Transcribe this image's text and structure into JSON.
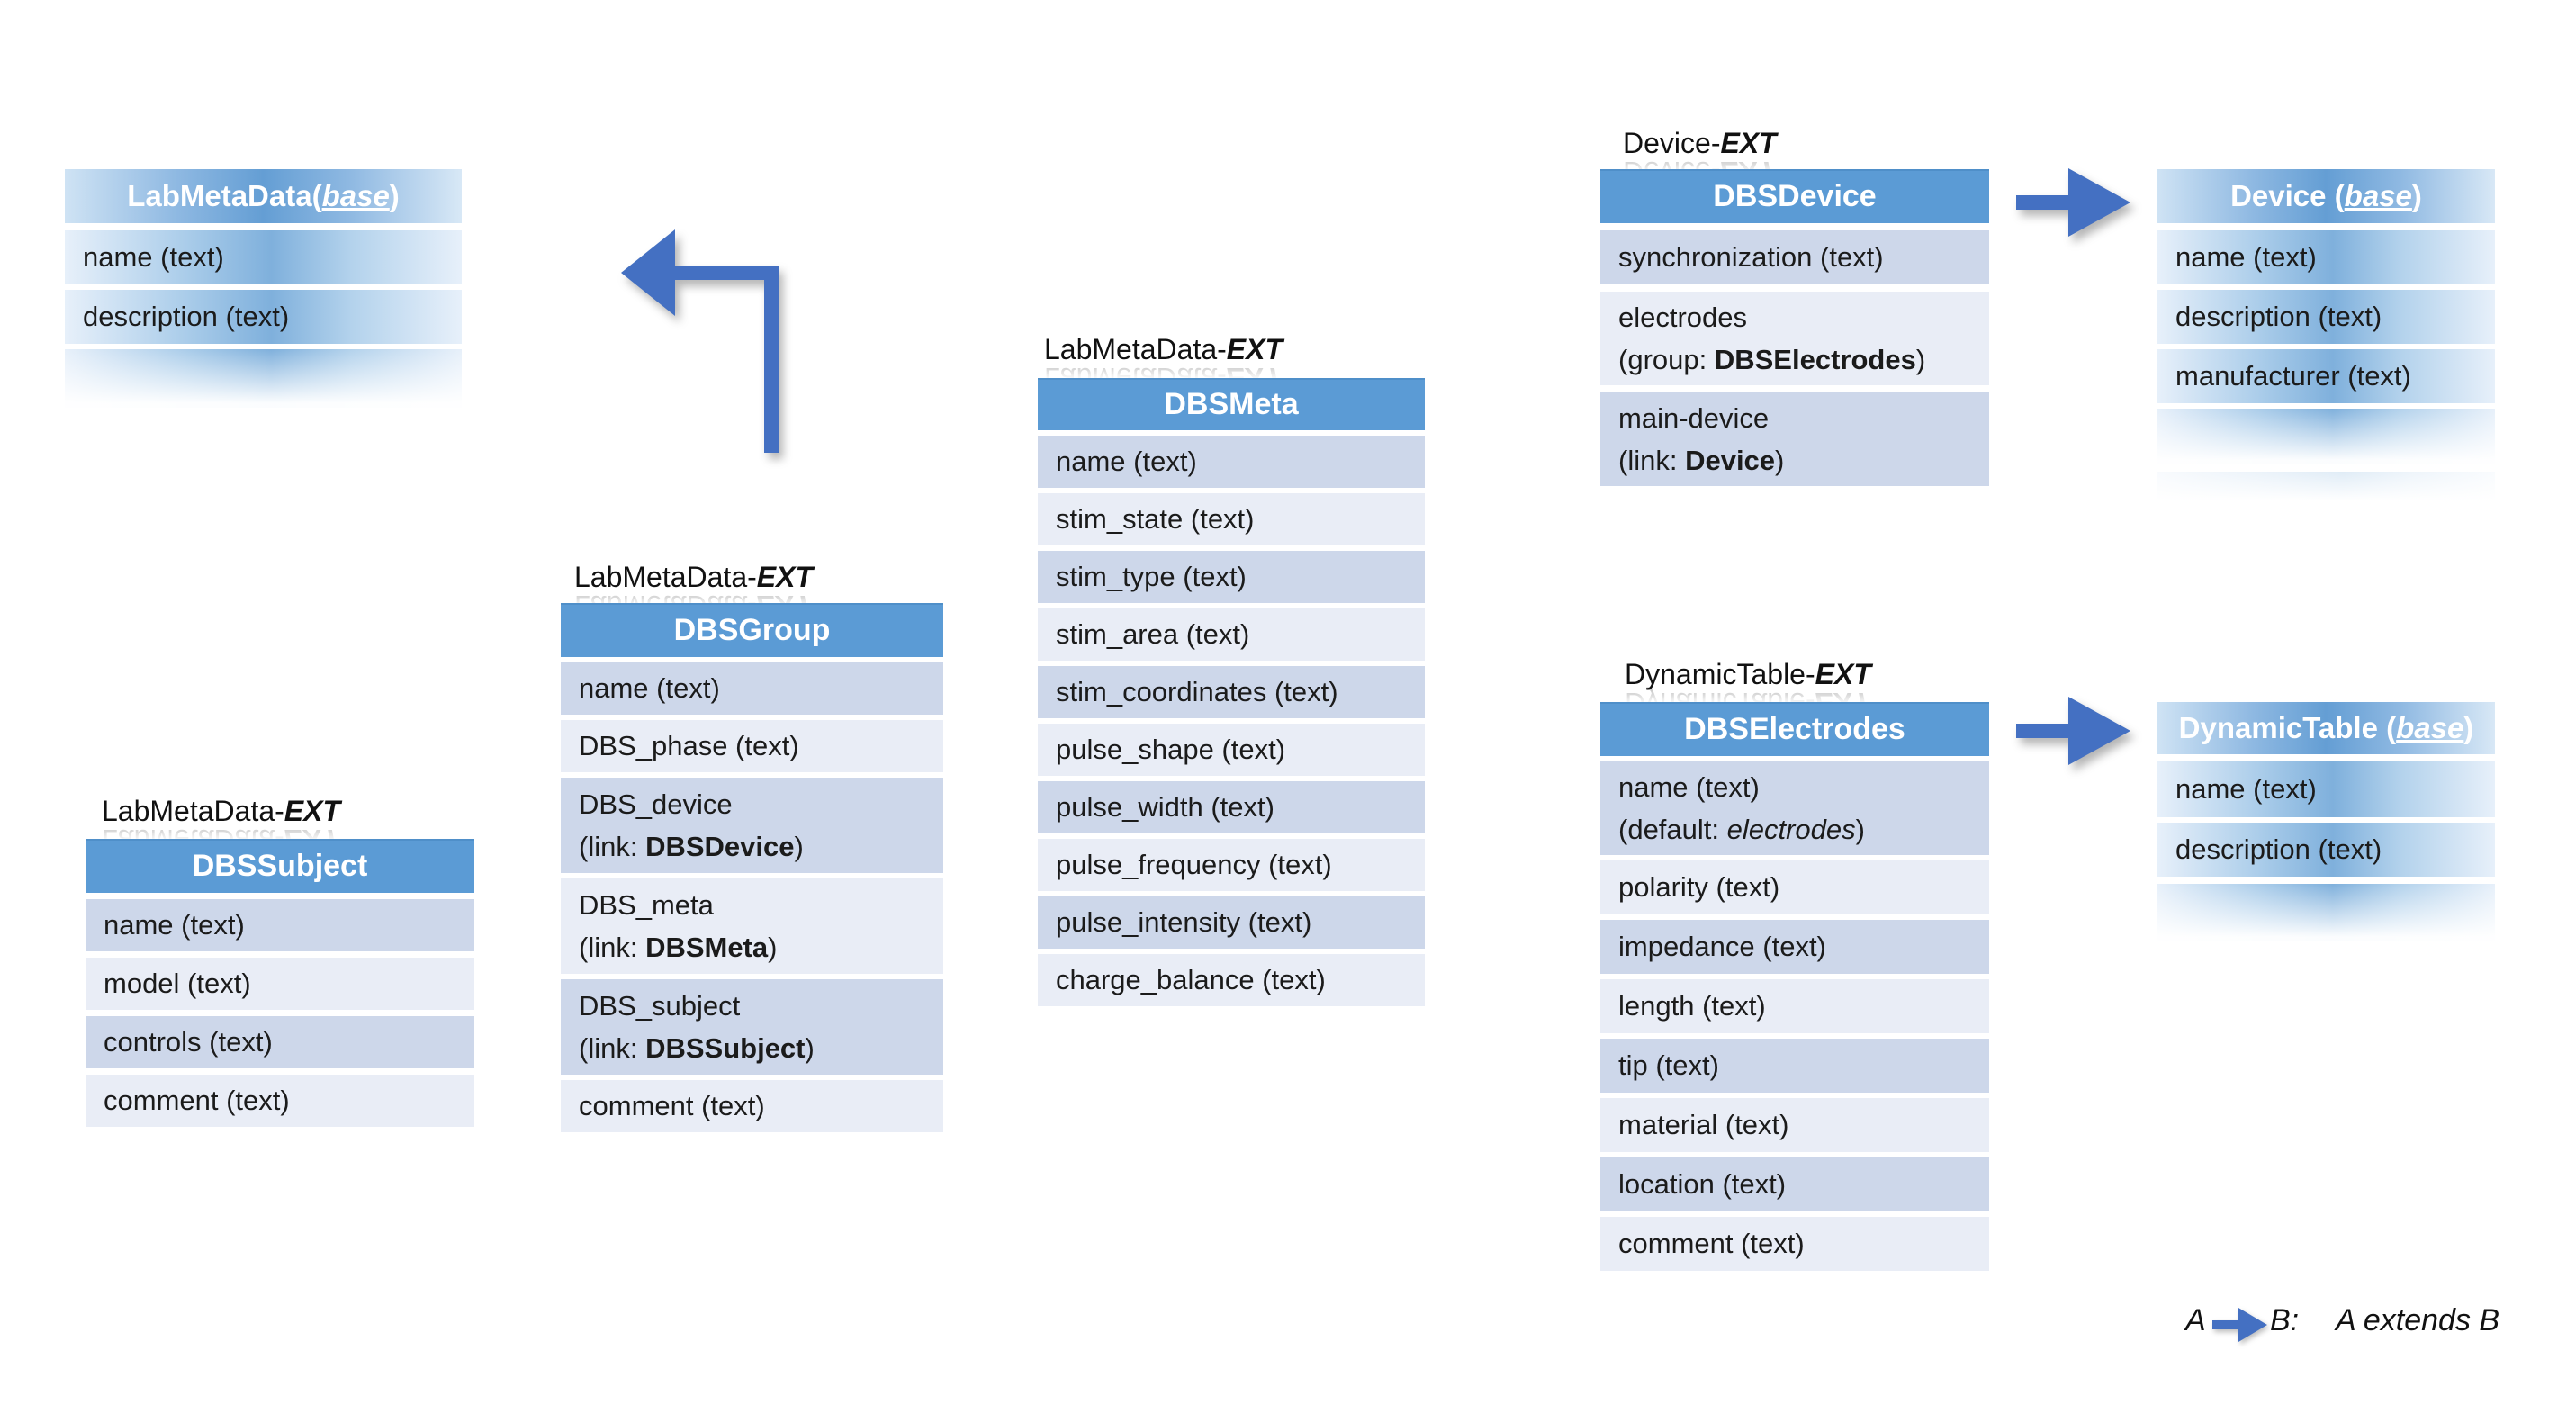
{
  "colors": {
    "header_blue": "#5B9BD5",
    "row_dark": "#CDD7EA",
    "row_light": "#E9EDF6",
    "arrow_blue": "#4470C2",
    "gradient_blue_mid": "#7FB0DC"
  },
  "tables": {
    "labmetadata_base": {
      "title_pre": "LabMetaData(",
      "title_base": "base",
      "title_post": ")",
      "rows": [
        "name (text)",
        "description (text)"
      ]
    },
    "dbsgroup": {
      "label": {
        "prefix": "LabMetaData-",
        "ext": "EXT"
      },
      "title": "DBSGroup",
      "row_name": "name (text)",
      "row_phase": "DBS_phase (text)",
      "row_device": {
        "l1": "DBS_device",
        "l2pre": "(link: ",
        "l2bold": "DBSDevice",
        "l2post": ")"
      },
      "row_meta": {
        "l1": "DBS_meta",
        "l2pre": "(link: ",
        "l2bold": "DBSMeta",
        "l2post": ")"
      },
      "row_subject": {
        "l1": "DBS_subject",
        "l2pre": "(link: ",
        "l2bold": "DBSSubject",
        "l2post": ")"
      },
      "row_comment": "comment (text)"
    },
    "dbssubject": {
      "label": {
        "prefix": "LabMetaData-",
        "ext": "EXT"
      },
      "title": "DBSSubject",
      "rows": [
        "name (text)",
        "model (text)",
        "controls (text)",
        "comment (text)"
      ]
    },
    "dbsmeta": {
      "label": {
        "prefix": "LabMetaData-",
        "ext": "EXT"
      },
      "title": "DBSMeta",
      "rows": [
        "name (text)",
        "stim_state (text)",
        "stim_type (text)",
        "stim_area (text)",
        "stim_coordinates (text)",
        "pulse_shape (text)",
        "pulse_width (text)",
        "pulse_frequency (text)",
        "pulse_intensity (text)",
        "charge_balance (text)"
      ]
    },
    "dbsdevice": {
      "label": {
        "prefix": "Device-",
        "ext": "EXT"
      },
      "title": "DBSDevice",
      "row_sync": "synchronization (text)",
      "row_electrodes": {
        "l1": "electrodes",
        "l2pre": "(group: ",
        "l2bold": "DBSElectrodes",
        "l2post": ")"
      },
      "row_maindevice": {
        "l1": "main-device",
        "l2pre": "(link: ",
        "l2bold": "Device",
        "l2post": ")"
      }
    },
    "device_base": {
      "title_pre": "Device (",
      "title_base": "base",
      "title_post": ")",
      "rows": [
        "name (text)",
        "description (text)",
        "manufacturer (text)"
      ]
    },
    "dbselectrodes": {
      "label": {
        "prefix": "DynamicTable-",
        "ext": "EXT"
      },
      "title": "DBSElectrodes",
      "row_namedefault": {
        "l1": "name (text)",
        "l2pre": "(default: ",
        "l2italic": "electrodes",
        "l2post": ")"
      },
      "rows": [
        "polarity (text)",
        "impedance (text)",
        "length (text)",
        "tip (text)",
        "material (text)",
        "location (text)",
        "comment (text)"
      ]
    },
    "dynamictable_base": {
      "title_pre": "DynamicTable (",
      "title_base": "base",
      "title_post": ")",
      "rows": [
        "name (text)",
        "description (text)"
      ]
    }
  },
  "legend": {
    "a": "A",
    "b": "B:",
    "desc": "A extends B"
  }
}
